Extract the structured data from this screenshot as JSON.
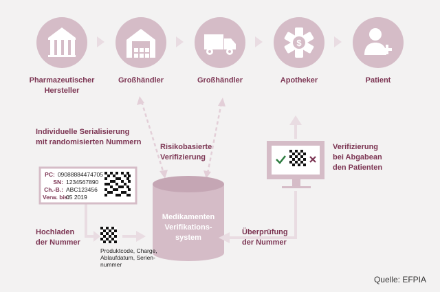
{
  "stages": [
    {
      "label": "Pharmazeutischer Hersteller",
      "line1": "Pharmazeutischer",
      "line2": "Hersteller",
      "icon": "factory-icon"
    },
    {
      "label": "Großhändler",
      "line1": "Großhändler",
      "line2": "",
      "icon": "warehouse-icon"
    },
    {
      "label": "Großhändler",
      "line1": "Großhändler",
      "line2": "",
      "icon": "truck-icon"
    },
    {
      "label": "Apotheker",
      "line1": "Apotheker",
      "line2": "",
      "icon": "pharmacy-icon"
    },
    {
      "label": "Patient",
      "line1": "Patient",
      "line2": "",
      "icon": "patient-icon"
    }
  ],
  "serialization": {
    "line1": "Individuelle Serialisierung",
    "line2": "mit randomisierten Nummern"
  },
  "risk": {
    "line1": "Risikobasierte",
    "line2": "Verifizierung"
  },
  "verify_dispense": {
    "line1": "Verifizierung",
    "line2": "bei Abgabean",
    "line3": "den Patienten"
  },
  "upload": {
    "line1": "Hochladen",
    "line2": "der Nummer"
  },
  "check": {
    "line1": "Überprüfung",
    "line2": "der Nummer"
  },
  "database": {
    "line1": "Medikamenten",
    "line2": "Verifikations-",
    "line3": "system"
  },
  "package_card": {
    "rows": [
      {
        "key": "PC:",
        "value": "09088884474705"
      },
      {
        "key": "SN:",
        "value": "1234567890"
      },
      {
        "key": "Ch.-B.:",
        "value": "ABC123456"
      },
      {
        "key": "Verw. bis:",
        "value": "05 2019"
      }
    ]
  },
  "code_caption": {
    "line1": "Produktcode, Charge,",
    "line2": "Ablaufdatum, Serien-",
    "line3": "nummer"
  },
  "source": "Quelle: EFPIA",
  "colors": {
    "accent": "#7c3553",
    "shape": "#d5bcc7",
    "arrow": "#e9dce2",
    "background": "#f3f2f2"
  }
}
